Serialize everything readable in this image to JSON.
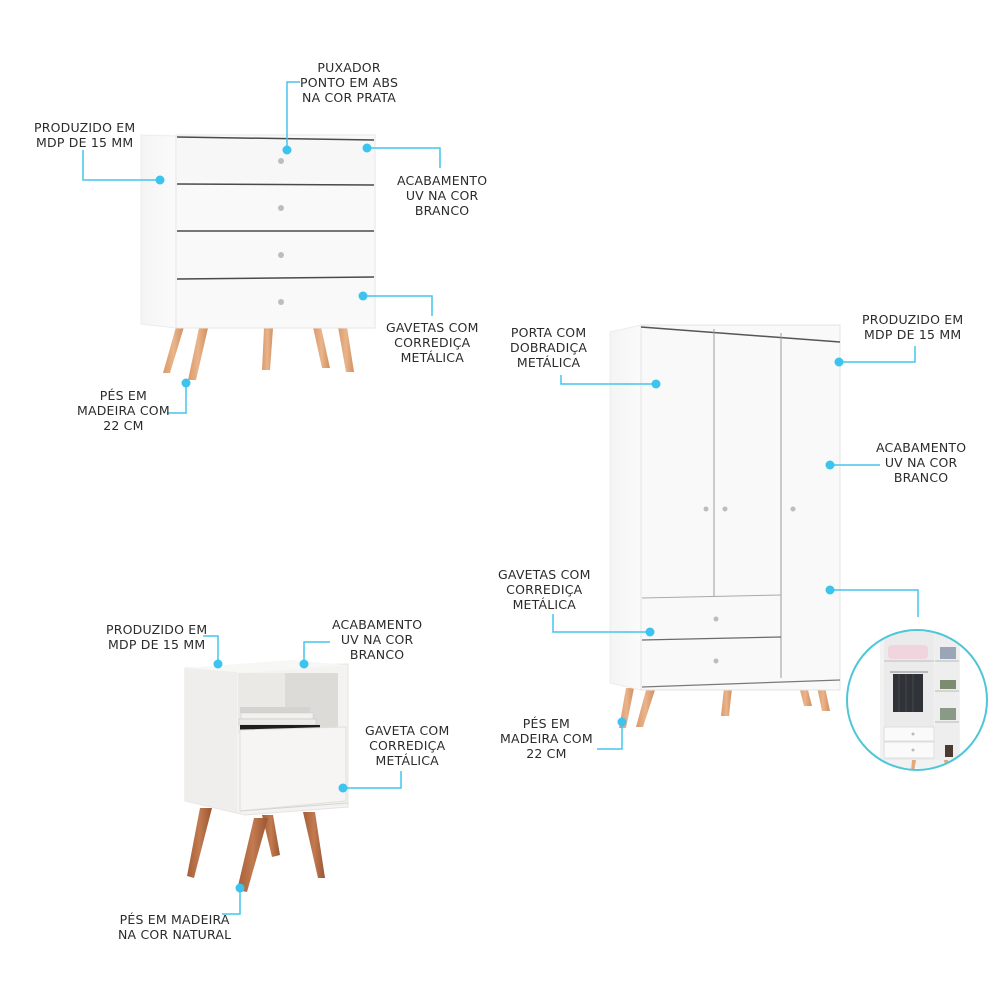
{
  "accent_color": "#3cc3ee",
  "leg_color_light": "#e3a97c",
  "leg_color_dark": "#b8714a",
  "products": {
    "dresser": {
      "name": "dresser-4-drawers",
      "callouts": {
        "handle": {
          "lines": [
            "PUXADOR",
            "PONTO EM ABS",
            "NA COR PRATA"
          ]
        },
        "material": {
          "lines": [
            "PRODUZIDO EM",
            "MDP DE 15 MM"
          ]
        },
        "finish": {
          "lines": [
            "ACABAMENTO",
            "UV NA COR",
            "BRANCO"
          ]
        },
        "drawers": {
          "lines": [
            "GAVETAS COM",
            "CORREDIÇA",
            "METÁLICA"
          ]
        },
        "legs": {
          "lines": [
            "PÉS EM",
            "MADEIRA COM",
            "22 CM"
          ]
        }
      }
    },
    "wardrobe": {
      "name": "wardrobe-3-doors-2-drawers",
      "callouts": {
        "door": {
          "lines": [
            "PORTA COM",
            "DOBRADIÇA",
            "METÁLICA"
          ]
        },
        "material": {
          "lines": [
            "PRODUZIDO EM",
            "MDP DE 15 MM"
          ]
        },
        "finish": {
          "lines": [
            "ACABAMENTO",
            "UV NA COR",
            "BRANCO"
          ]
        },
        "drawers": {
          "lines": [
            "GAVETAS COM",
            "CORREDIÇA",
            "METÁLICA"
          ]
        },
        "legs": {
          "lines": [
            "PÉS EM",
            "MADEIRA COM",
            "22 CM"
          ]
        }
      },
      "interior_preview": "wardrobe-interior-circle"
    },
    "nightstand": {
      "name": "nightstand-1-drawer",
      "callouts": {
        "material": {
          "lines": [
            "PRODUZIDO EM",
            "MDP DE 15 MM"
          ]
        },
        "finish": {
          "lines": [
            "ACABAMENTO",
            "UV NA COR",
            "BRANCO"
          ]
        },
        "drawer": {
          "lines": [
            "GAVETA COM",
            "CORREDIÇA",
            "METÁLICA"
          ]
        },
        "legs": {
          "lines": [
            "PÉS EM MADEIRA",
            "NA COR NATURAL"
          ]
        }
      }
    }
  }
}
